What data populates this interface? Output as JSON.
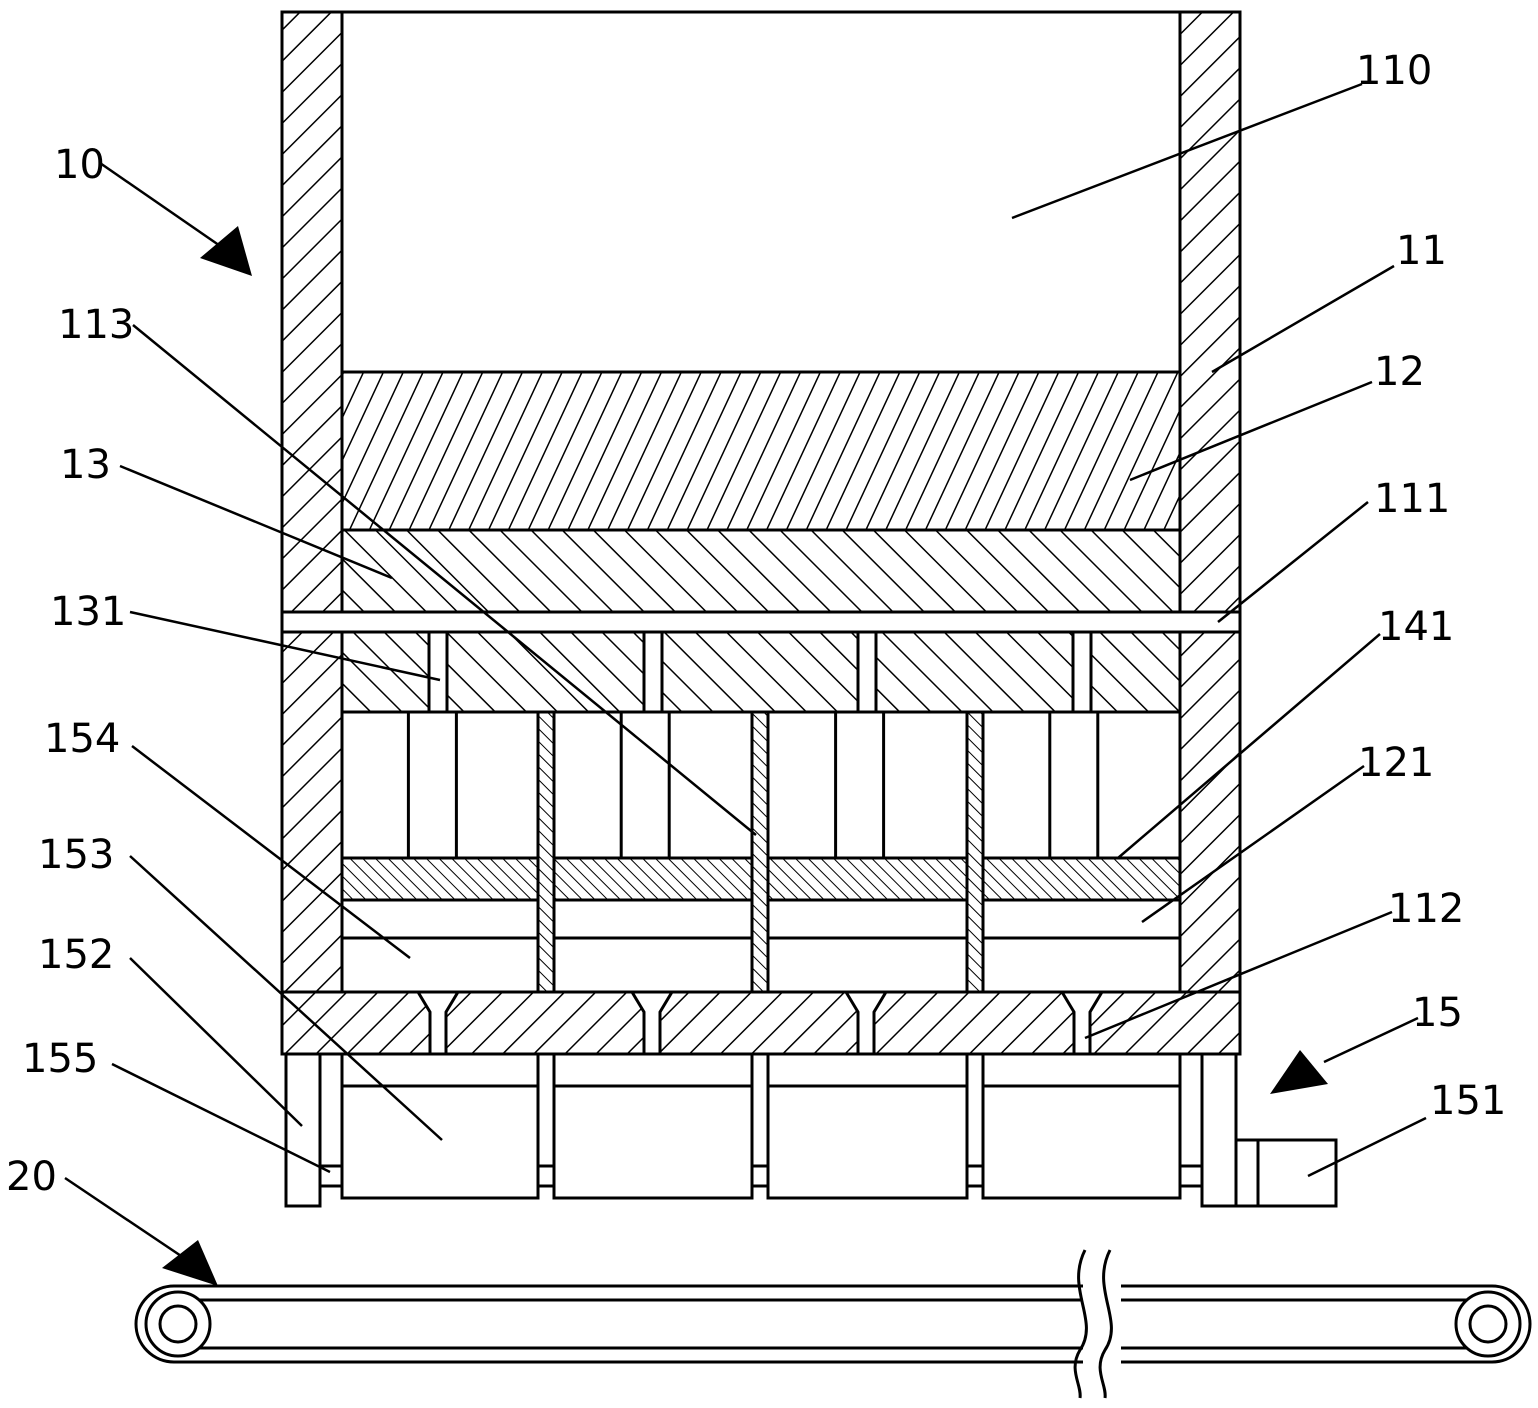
{
  "labels": {
    "l110": "110",
    "l10": "10",
    "l11": "11",
    "l12": "12",
    "l113": "113",
    "l13": "13",
    "l111": "111",
    "l131": "131",
    "l141": "141",
    "l154": "154",
    "l121": "121",
    "l153": "153",
    "l112": "112",
    "l152": "152",
    "l15": "15",
    "l155": "155",
    "l151": "151",
    "l20": "20"
  }
}
